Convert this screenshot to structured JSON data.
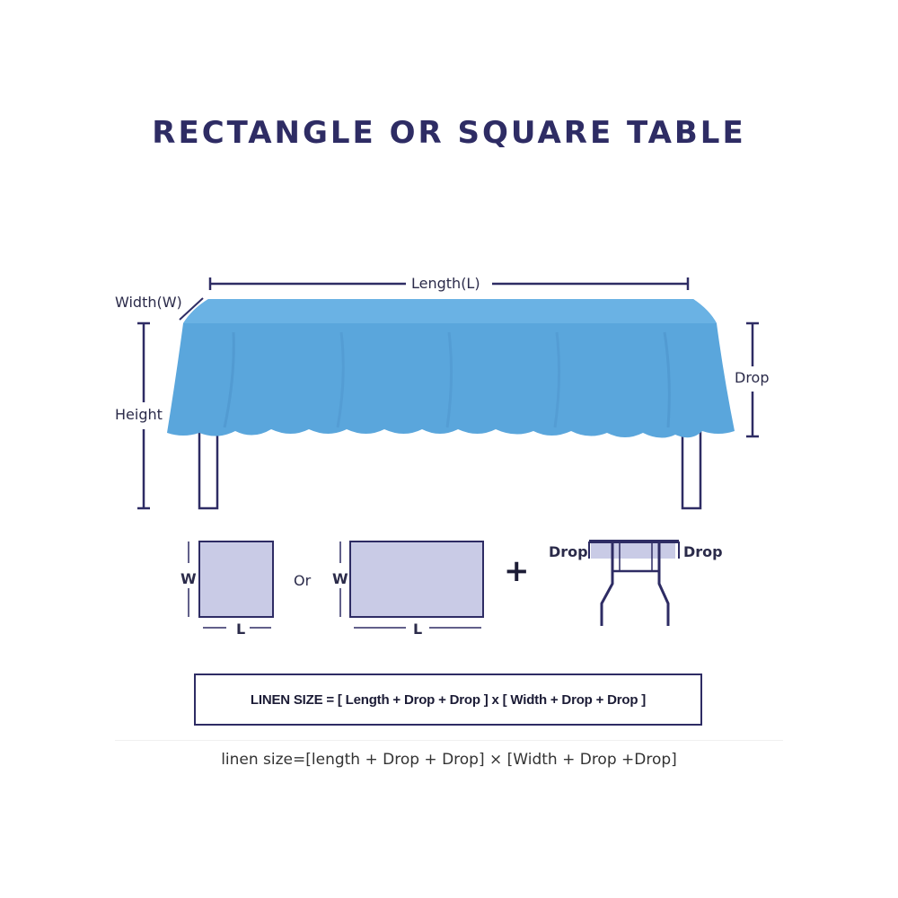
{
  "title": "RECTANGLE OR SQUARE TABLE",
  "labels": {
    "length": "Length(L)",
    "width": "Width(W)",
    "height": "Height",
    "drop": "Drop",
    "w": "W",
    "l": "L",
    "or": "Or",
    "plus": "+",
    "drop_left": "Drop",
    "drop_right": "Drop"
  },
  "formula": "LINEN SIZE = [ Length + Drop + Drop ]  x  [ Width + Drop + Drop ]",
  "caption": "linen size=[length + Drop + Drop] × [Width + Drop +Drop]",
  "colors": {
    "tablecloth": "#5aa6dc",
    "tablecloth_shadow": "#4a90c8",
    "line": "#2e2c64",
    "panel_fill": "#c9cbe6"
  }
}
